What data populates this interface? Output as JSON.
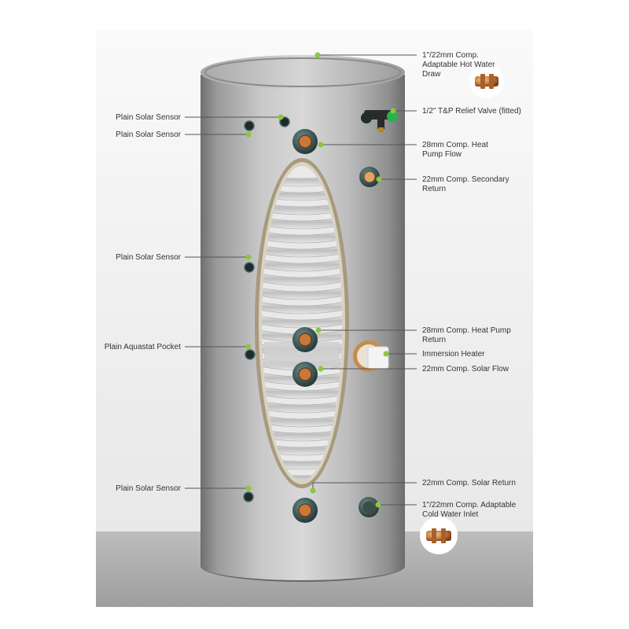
{
  "labels": {
    "hot_water_draw": [
      "1\"/22mm Comp.",
      "Adaptable Hot Water",
      "Draw"
    ],
    "relief_valve": [
      "1/2\" T&P Relief Valve (fitted)"
    ],
    "hp_flow": [
      "28mm Comp. Heat",
      "Pump Flow"
    ],
    "secondary_return": [
      "22mm Comp. Secondary",
      "Return"
    ],
    "solar_sensor_1": [
      "Plain Solar Sensor"
    ],
    "solar_sensor_2": [
      "Plain Solar Sensor"
    ],
    "solar_sensor_3": [
      "Plain Solar Sensor"
    ],
    "aquastat_pocket": [
      "Plain Aquastat Pocket"
    ],
    "hp_return": [
      "28mm Comp. Heat Pump",
      "Return"
    ],
    "immersion_heater": [
      "Immersion Heater"
    ],
    "solar_flow": [
      "22mm Comp. Solar Flow"
    ],
    "solar_return": [
      "22mm Comp. Solar Return"
    ],
    "solar_sensor_4": [
      "Plain Solar Sensor"
    ],
    "cold_water_inlet": [
      "1\"/22mm Comp. Adaptable",
      "Cold Water Inlet"
    ]
  },
  "colors": {
    "marker": "#8dc63f",
    "relief_cap": "#27b34a",
    "leader": "#555555",
    "text": "#333333",
    "copper": "#c8793a"
  },
  "icons": [
    "cylinder-body",
    "heat-exchanger-coil",
    "compression-fitting",
    "sensor-pocket",
    "immersion-heater-boss",
    "copper-adaptor-fitting"
  ]
}
